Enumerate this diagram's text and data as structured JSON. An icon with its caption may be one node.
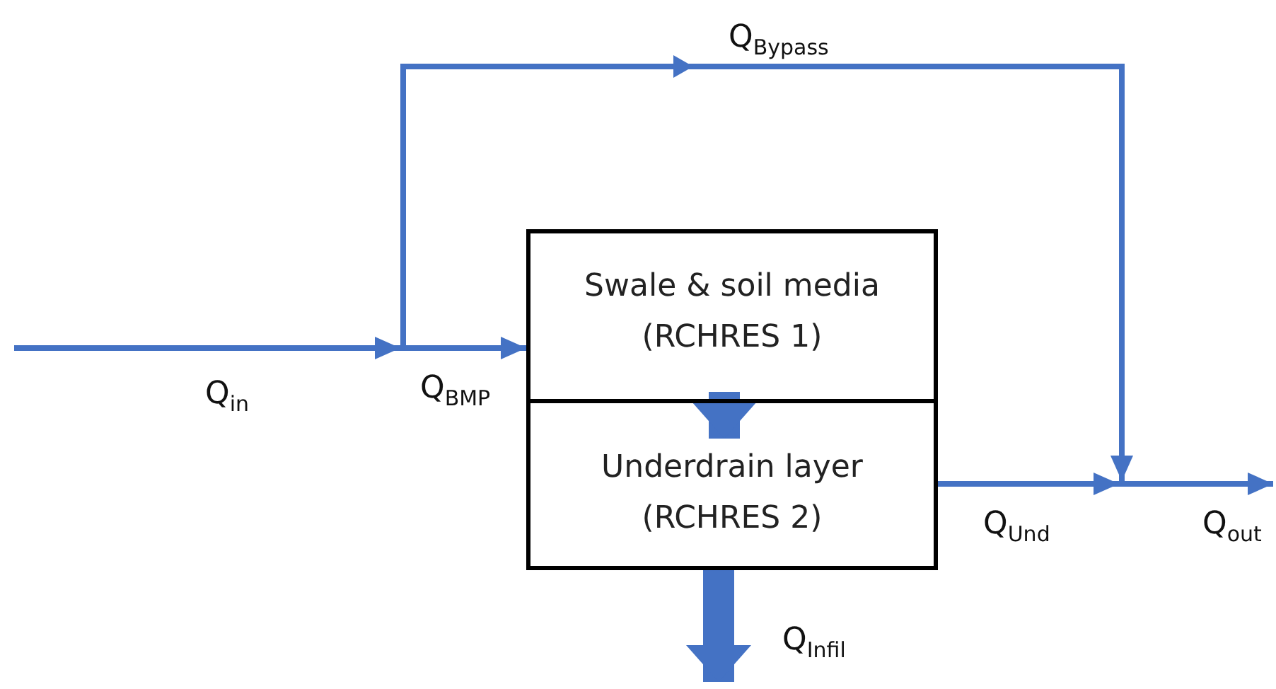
{
  "diagram": {
    "nodes": [
      {
        "text": [
          "Swale & soil media (RCHRES 1)"
        ]
      },
      {
        "text": [
          "Underdrain layer (RCHRES 2)"
        ]
      },
      {
        "text": [],
        "shape": "junction"
      },
      {
        "text": [],
        "shape": "junction"
      }
    ],
    "edges": [
      {
        "from": null,
        "to": 2,
        "arrow": "to",
        "label": "Q$_{in}$"
      },
      {
        "from": 2,
        "to": 0,
        "arrow": "to",
        "label": "Q$_{BMP}$"
      },
      {
        "from": 2,
        "to": 3,
        "arrow": "to",
        "label": "Q$_{Bypass}$"
      },
      {
        "from": 0,
        "to": 1,
        "arrow": "to",
        "style": "thick"
      },
      {
        "from": 1,
        "to": 3,
        "arrow": "to",
        "label": "Q$_{Und}$"
      },
      {
        "from": 3,
        "to": null,
        "arrow": "to",
        "label": "Q$_{out}$"
      },
      {
        "from": 1,
        "to": null,
        "arrow": "to",
        "label": "Q$_{Infil}$",
        "style": "thick"
      }
    ]
  }
}
